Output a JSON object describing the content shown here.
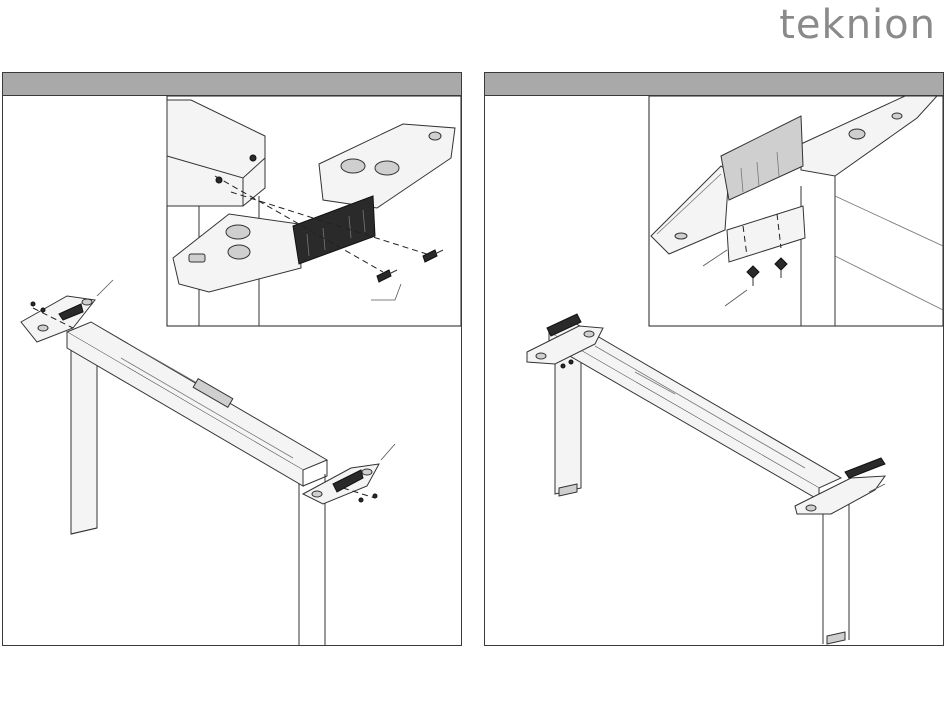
{
  "brand": {
    "logo_text": "teknion"
  },
  "panels": [
    {
      "id": "left",
      "header": ""
    },
    {
      "id": "right",
      "header": ""
    }
  ],
  "colors": {
    "header_bar": "#a9a9a9",
    "frame": "#3a3a3a",
    "logo": "#8a8a8a"
  }
}
